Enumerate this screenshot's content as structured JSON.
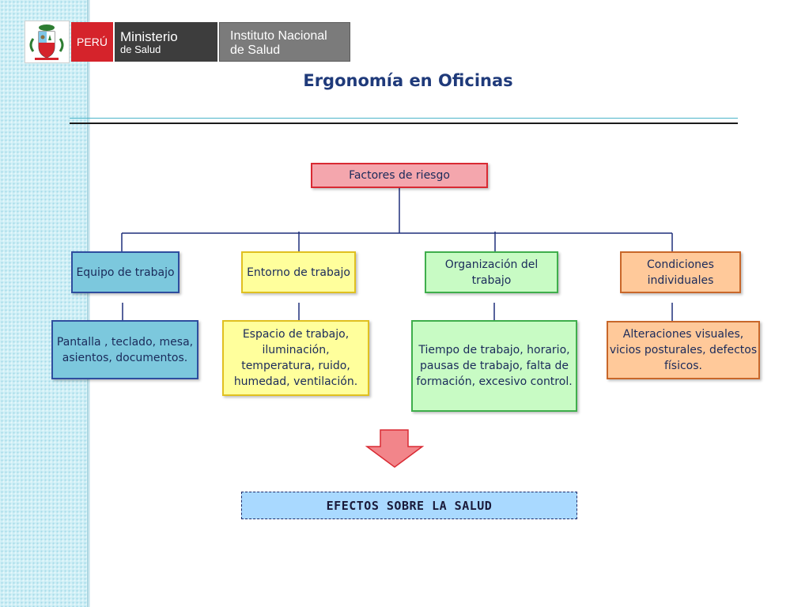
{
  "header": {
    "logo": {
      "country": "PERÚ",
      "ministry_line1": "Ministerio",
      "ministry_line2": "de Salud",
      "institute_line1": "Instituto Nacional",
      "institute_line2": "de Salud"
    },
    "title": "Ergonomía en Oficinas"
  },
  "diagram": {
    "root": "Factores de riesgo",
    "categories": [
      {
        "label": "Equipo de trabajo",
        "color": "#7cc8dd",
        "detail": "Pantalla , teclado, mesa, asientos, documentos."
      },
      {
        "label": "Entorno de trabajo",
        "color": "#ffff9c",
        "detail": "Espacio de trabajo, iluminación, temperatura, ruido, humedad, ventilación."
      },
      {
        "label": "Organización del trabajo",
        "color": "#c8fbc4",
        "detail": "Tiempo de trabajo, horario, pausas de trabajo, falta de formación, excesivo control."
      },
      {
        "label": "Condiciones individuales",
        "color": "#ffc99a",
        "detail": "Alteraciones visuales, vicios posturales, defectos físicos."
      }
    ],
    "arrow_icon": "down-arrow-icon",
    "effects": "EFECTOS SOBRE LA SALUD"
  }
}
